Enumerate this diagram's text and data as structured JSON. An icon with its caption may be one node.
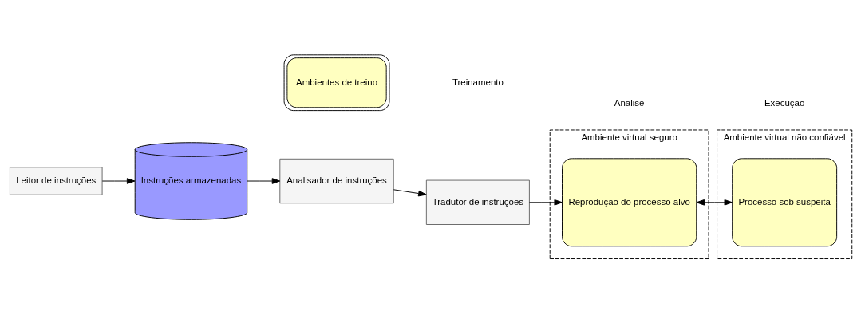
{
  "diagram": {
    "nodes": [
      {
        "text": [
          "Ambientes de treino"
        ]
      },
      {
        "text": [
          "Leitor de instruções"
        ]
      },
      {
        "text": [
          "Instruções armazenadas"
        ]
      },
      {
        "text": [
          "Analisador de instruções"
        ]
      },
      {
        "text": [
          "Tradutor de instruções"
        ]
      },
      {
        "text": [
          "Ambiente virtual seguro"
        ]
      },
      {
        "text": [
          "Reprodução do processo alvo"
        ],
        "in": 5
      },
      {
        "text": [
          "Ambiente virtual não confiável"
        ]
      },
      {
        "text": [
          "Processo sob suspeita"
        ],
        "in": 7
      }
    ],
    "edges": [
      {
        "from": 1,
        "to": 2,
        "arrow": "to"
      },
      {
        "from": 2,
        "to": 3,
        "arrow": "to"
      },
      {
        "from": 3,
        "to": 4,
        "arrow": "to"
      },
      {
        "from": 4,
        "to": 6,
        "arrow": "to"
      },
      {
        "from": 6,
        "to": 8,
        "arrow": "both"
      }
    ],
    "labels": [
      "Treinamento",
      "Analise",
      "Execução"
    ]
  }
}
